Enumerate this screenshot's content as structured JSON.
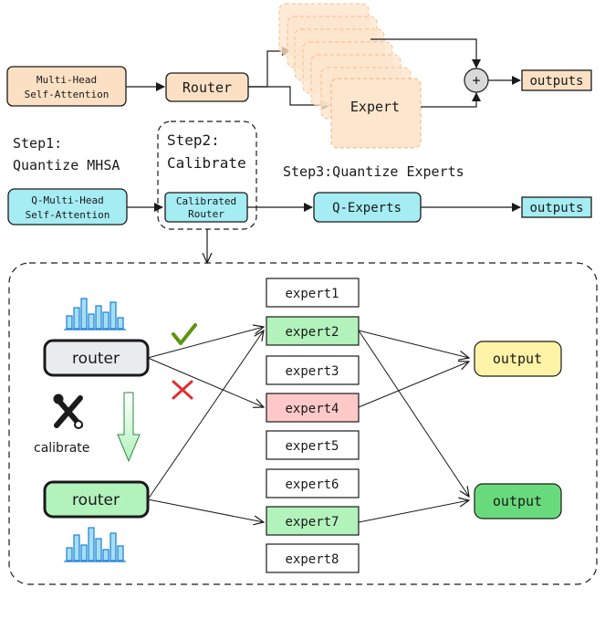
{
  "top": {
    "mhsa_line1": "Multi-Head",
    "mhsa_line2": "Self-Attention",
    "router": "Router",
    "expert": "Expert",
    "plus": "+",
    "outputs": "outputs"
  },
  "steps": {
    "step1_line1": "Step1:",
    "step1_line2": "Quantize MHSA",
    "step2_line1": "Step2:",
    "step2_line2": "Calibrate",
    "step3": "Step3:Quantize Experts"
  },
  "mid": {
    "qmhsa_line1": "Q-Multi-Head",
    "qmhsa_line2": "Self-Attention",
    "crouter_line1": "Calibrated",
    "crouter_line2": "Router",
    "qexperts": "Q-Experts",
    "outputs": "outputs"
  },
  "detail": {
    "router_top": "router",
    "router_bottom": "router",
    "calibrate": "calibrate",
    "experts": [
      "expert1",
      "expert2",
      "expert3",
      "expert4",
      "expert5",
      "expert6",
      "expert7",
      "expert8"
    ],
    "output_top": "output",
    "output_bottom": "output",
    "check_icon": "check-icon",
    "cross_icon": "cross-icon",
    "tools_icon": "tools-icon"
  },
  "colors": {
    "orange_fill": "#fbe0c4",
    "cyan_fill": "#a5ecf3",
    "green_fill": "#b2f2bb",
    "red_fill": "#ffc9c9",
    "grey_fill": "#e9ecef",
    "yellow_fill": "#fff3a8",
    "green_dark": "#69db7c"
  }
}
